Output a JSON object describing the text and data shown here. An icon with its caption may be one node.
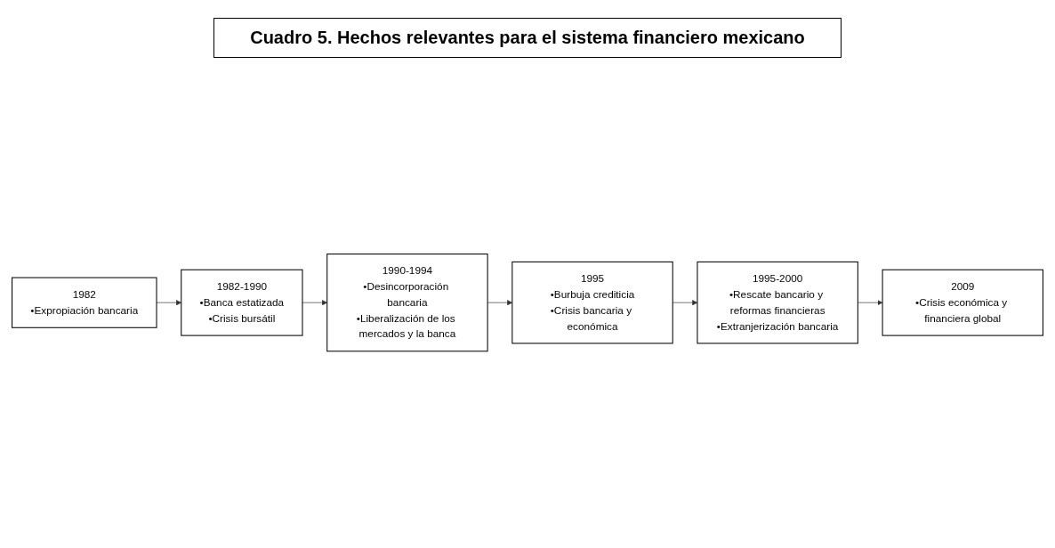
{
  "diagram": {
    "title": "Cuadro 5. Hechos relevantes para el sistema financiero mexicano",
    "nodes": [
      {
        "text": [
          "1982",
          "•Expropiación bancaria"
        ]
      },
      {
        "text": [
          "1982-1990",
          "•Banca estatizada",
          "•Crisis bursátil"
        ]
      },
      {
        "text": [
          "1990-1994",
          "•Desincorporación bancaria",
          "•Liberalización de los mercados y la banca"
        ]
      },
      {
        "text": [
          "1995",
          "•Burbuja crediticia",
          "•Crisis bancaria y económica"
        ]
      },
      {
        "text": [
          "1995-2000",
          "•Rescate bancario y reformas financieras",
          "•Extranjerización bancaria"
        ]
      },
      {
        "text": [
          "2009",
          "•Crisis económica y financiera global"
        ]
      }
    ],
    "edges": [
      {
        "from": 0,
        "to": 1,
        "arrow": "to"
      },
      {
        "from": 1,
        "to": 2,
        "arrow": "to"
      },
      {
        "from": 2,
        "to": 3,
        "arrow": "to"
      },
      {
        "from": 3,
        "to": 4,
        "arrow": "to"
      },
      {
        "from": 4,
        "to": 5,
        "arrow": "to"
      }
    ]
  }
}
